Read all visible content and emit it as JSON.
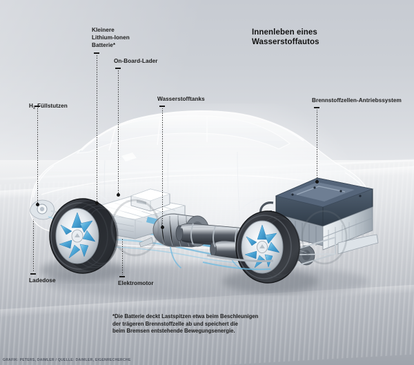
{
  "meta": {
    "background_top_color": "#c9cdd4",
    "background_floor_color": "#b4b8bf",
    "accent_blue": "#5ab4dc",
    "text_color": "#1c1c1c"
  },
  "title": {
    "line1": "Innenleben eines",
    "line2": "Wasserstoffautos",
    "text": "Innenleben eines\nWasserstoffautos"
  },
  "labels": {
    "h2_fuel_filler": "H2-Füllstutzen",
    "h2_fuel_filler_prefix": "H",
    "h2_fuel_filler_sub": "2",
    "h2_fuel_filler_suffix": "-Füllstutzen",
    "small_battery": "Kleinere\nLithium-Ionen\nBatterie*",
    "on_board_charger": "On-Board-Lader",
    "hydrogen_tanks": "Wasserstofftanks",
    "fuel_cell_drive_system": "Brennstoffzellen-Antriebssystem",
    "charging_socket": "Ladedose",
    "electric_motor": "Elektromotor"
  },
  "footnote": {
    "line1": "*Die Batterie deckt Lastspitzen etwa beim Beschleunigen",
    "line2": "der trägeren Brennstoffzelle ab und speichert die",
    "line3": "beim Bremsen entstehende Bewegungsenergie.",
    "text": "*Die Batterie deckt Lastspitzen etwa beim Beschleunigen\n der trägeren Brennstoffzelle ab und speichert die\n beim Bremsen entstehende Bewegungsenergie."
  },
  "credit": {
    "text": "GRAFIK: PETERS, DAIMLER / QUELLE: DAIMLER, EIGENRECHERCHE"
  }
}
